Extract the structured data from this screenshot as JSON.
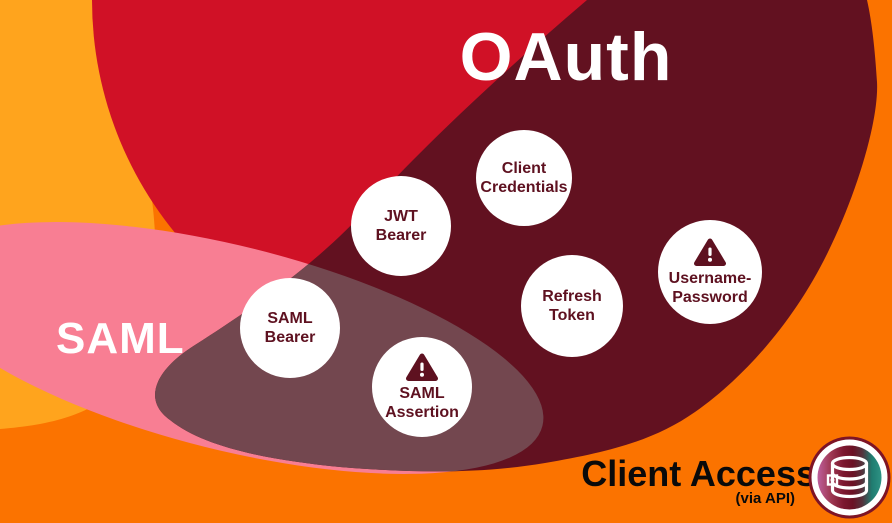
{
  "regions": {
    "oauth": {
      "label": "OAuth",
      "color": "#621120"
    },
    "saml": {
      "label": "SAML",
      "color": "#F87E93"
    },
    "overlap_color": "#73474F",
    "red_circle_color": "#D01126",
    "yellow_blob_color": "#FFA41D",
    "background_color": "#FB7300",
    "node_fill": "#FFFFFF",
    "node_text_color": "#5E1120"
  },
  "nodes": [
    {
      "id": "client-credentials",
      "label": "Client\nCredentials",
      "warning": false,
      "regions": [
        "oauth"
      ]
    },
    {
      "id": "jwt-bearer",
      "label": "JWT\nBearer",
      "warning": false,
      "regions": [
        "oauth"
      ]
    },
    {
      "id": "username-password",
      "label": "Username-\nPassword",
      "warning": true,
      "regions": [
        "oauth"
      ]
    },
    {
      "id": "refresh-token",
      "label": "Refresh\nToken",
      "warning": false,
      "regions": [
        "oauth"
      ]
    },
    {
      "id": "saml-bearer",
      "label": "SAML\nBearer",
      "warning": false,
      "regions": [
        "saml",
        "oauth"
      ]
    },
    {
      "id": "saml-assertion",
      "label": "SAML\nAssertion",
      "warning": true,
      "regions": [
        "saml",
        "oauth"
      ]
    }
  ],
  "footer": {
    "title": "Client Access",
    "subtitle": "(via API)"
  },
  "icons": {
    "warning": "warning-triangle-icon",
    "database": "database-icon"
  }
}
